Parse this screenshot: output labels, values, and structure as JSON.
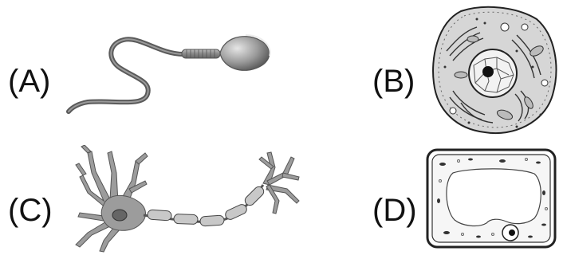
{
  "figures": [
    {
      "label": "(A)",
      "icon": "sperm-cell-icon"
    },
    {
      "label": "(B)",
      "icon": "animal-cell-icon"
    },
    {
      "label": "(C)",
      "icon": "neuron-icon"
    },
    {
      "label": "(D)",
      "icon": "plant-cell-icon"
    }
  ],
  "colors": {
    "text": "#111111",
    "outline": "#333333",
    "sperm_body": "#8a8a8a",
    "neuron_fill": "#9a9a9a",
    "cell_fill": "#d8d8d8"
  }
}
